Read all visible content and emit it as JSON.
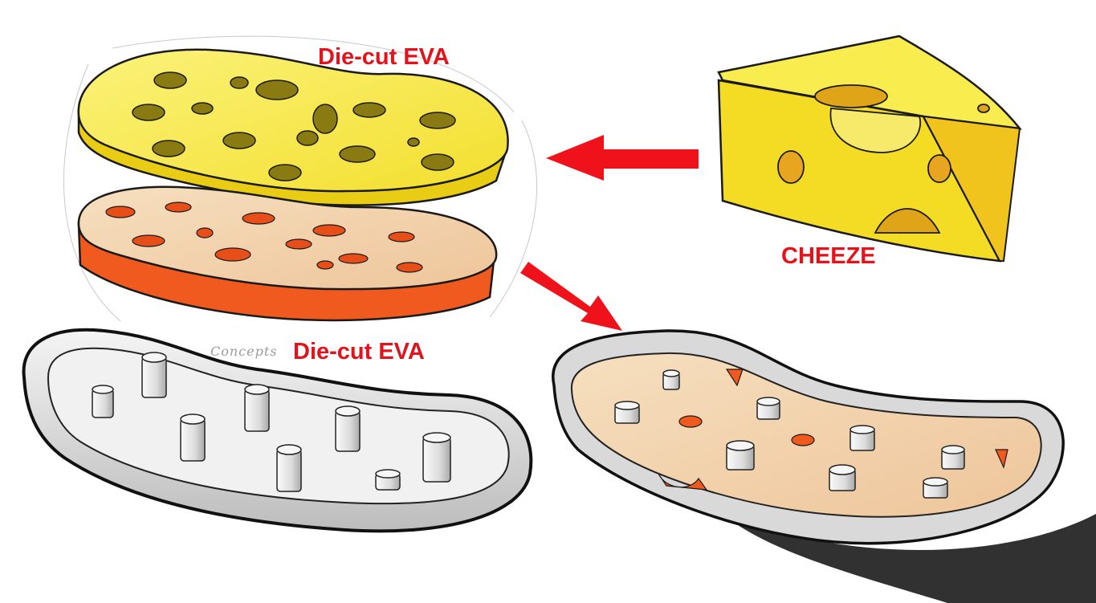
{
  "labels": {
    "top_layer": "Die-cut EVA",
    "middle_layer": "Die-cut EVA",
    "source": "CHEEZE",
    "scribble": "Concepts"
  },
  "colors": {
    "label": "#e3121b",
    "cheese_yellow": "#f6e640",
    "eva_orange": "#f05a1e",
    "eva_cream": "#f3d2a8",
    "arrow": "#f0121b",
    "tray_gray": "#d4d4d4"
  },
  "icons": [
    "arrow-left-icon",
    "arrow-down-right-icon"
  ]
}
